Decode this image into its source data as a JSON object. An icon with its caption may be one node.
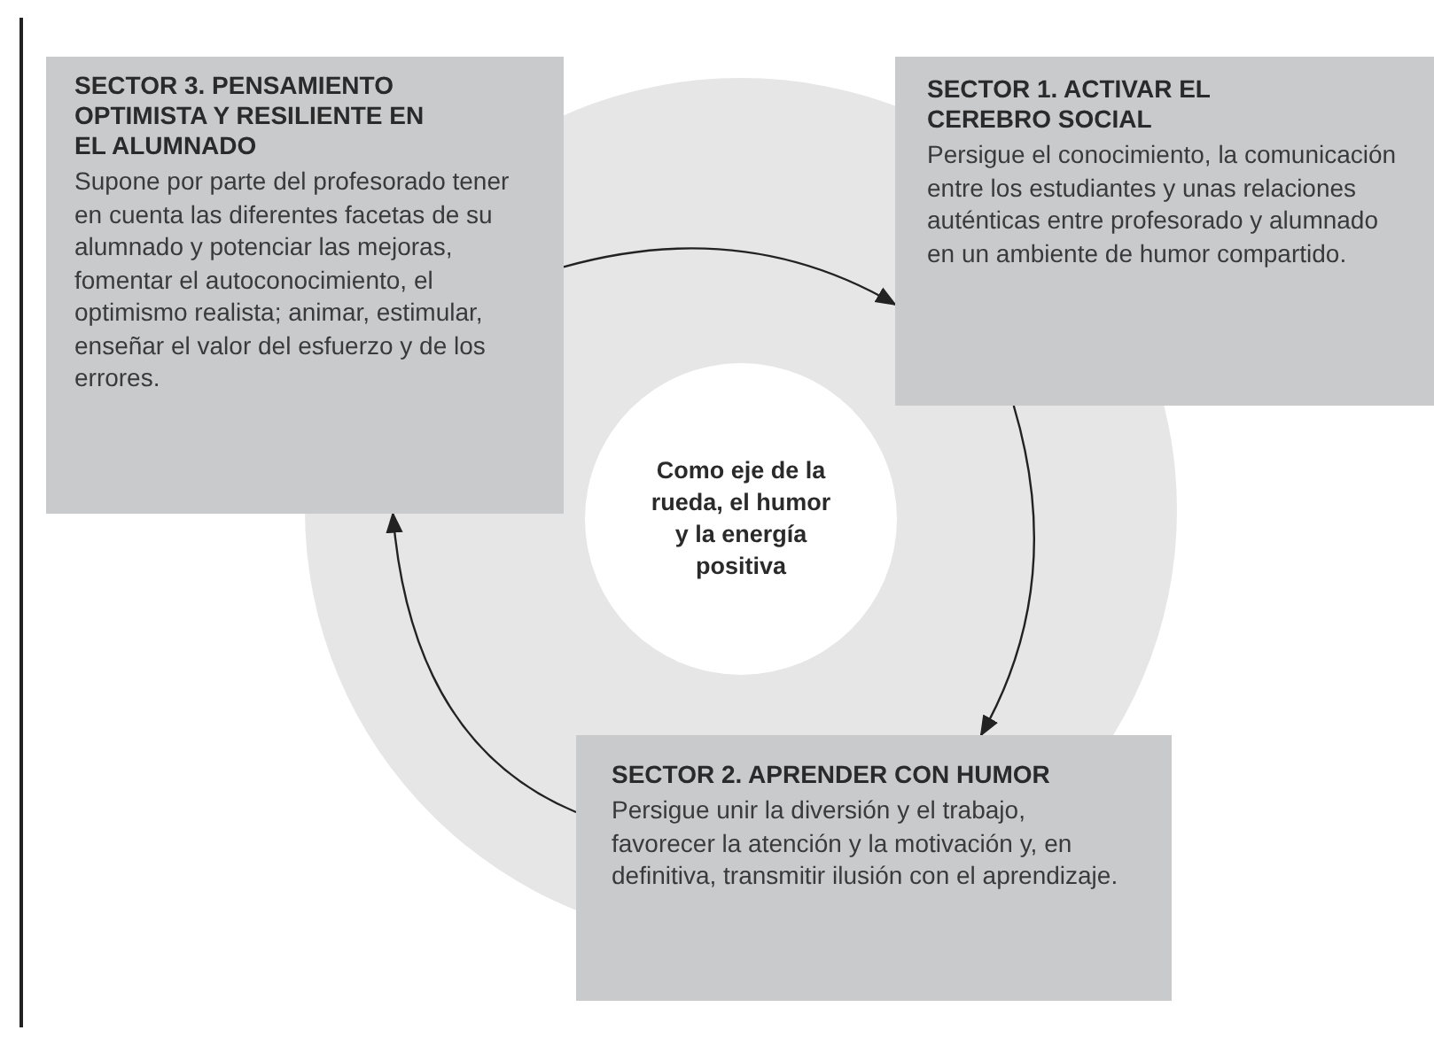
{
  "diagram": {
    "nodes": [
      {
        "text": [
          "SECTOR 3. PENSAMIENTO OPTIMISTA Y RESILIENTE EN EL ALUMNADO",
          "Supone por parte del profesorado tener en cuenta las diferentes facetas de su alumnado y potenciar las mejoras, fomentar el autoconocimiento, el optimismo realista; animar, estimular, enseñar el valor del esfuerzo y de los errores."
        ]
      },
      {
        "text": [
          "SECTOR 1. ACTIVAR EL CEREBRO SOCIAL",
          "Persigue el conocimiento, la comunicación entre los estudiantes y unas relaciones auténticas entre profesorado y alumnado en un ambiente de humor compartido."
        ]
      },
      {
        "text": [
          "Como eje de la rueda, el humor y la energía positiva"
        ]
      },
      {
        "text": [
          "SECTOR 2. APRENDER CON HUMOR",
          "Persigue unir la diversión y el trabajo, favorecer la atención y la motivación y, en definitiva, transmitir ilusión con el aprendizaje."
        ]
      }
    ],
    "edges": [
      {
        "from": 0,
        "to": 1,
        "arrow": "to"
      },
      {
        "from": 1,
        "to": 3,
        "arrow": "to"
      },
      {
        "from": 3,
        "to": 0,
        "arrow": "to"
      }
    ]
  }
}
